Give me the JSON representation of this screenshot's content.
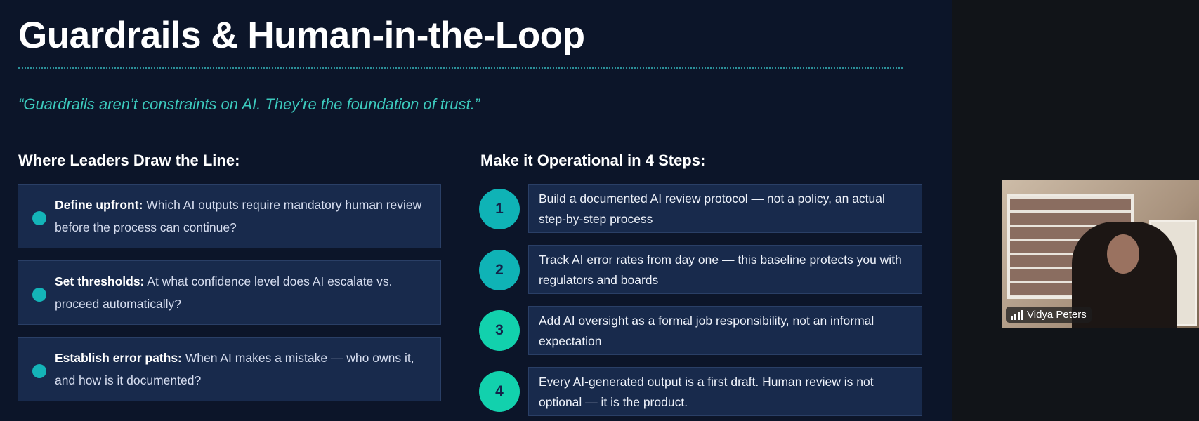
{
  "slide": {
    "title": "Guardrails & Human-in-the-Loop",
    "quote": "“Guardrails aren’t constraints on AI. They’re the foundation of trust.”",
    "left_heading": "Where Leaders Draw the Line:",
    "right_heading": "Make it Operational in 4 Steps:",
    "left_items": [
      {
        "bold": "Define upfront:",
        "text": " Which AI outputs require mandatory human review before the process can continue?"
      },
      {
        "bold": "Set thresholds:",
        "text": " At what confidence level does AI escalate vs. proceed automatically?"
      },
      {
        "bold": "Establish error paths:",
        "text": " When AI makes a mistake — who owns it, and how is it documented?"
      }
    ],
    "steps": [
      {
        "num": "1",
        "text": "Build a documented AI review protocol — not a policy, an actual step-by-step process",
        "color": "#0fb3b6"
      },
      {
        "num": "2",
        "text": "Track AI error rates from day one — this baseline protects you with regulators and boards",
        "color": "#0fb3b6"
      },
      {
        "num": "3",
        "text": "Add AI oversight as a formal job responsibility, not an informal expectation",
        "color": "#12d1ad"
      },
      {
        "num": "4",
        "text": "Every AI-generated output is a first draft. Human review is not optional — it is the product.",
        "color": "#12d1ad"
      }
    ]
  },
  "video": {
    "participant_name": "Vidya Peters"
  }
}
